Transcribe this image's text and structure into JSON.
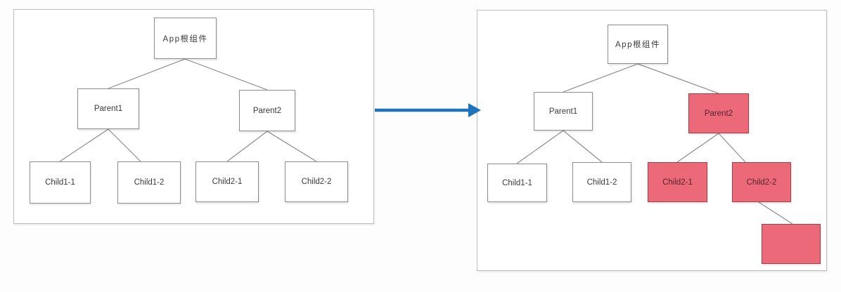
{
  "colors": {
    "highlight_fill": "#ec697a",
    "highlight_border": "#a53c46",
    "normal_fill": "#ffffff",
    "box_border": "#8c8c8c",
    "panel_border": "#bdbdbd",
    "connector": "#8c8c8c",
    "arrow_blue": "#1b74bc"
  },
  "arrow": {
    "name": "right-arrow",
    "direction": "right"
  },
  "left_tree": {
    "nodes": [
      {
        "id": "app-root",
        "label": "App根组件",
        "highlighted": false
      },
      {
        "id": "parent1",
        "label": "Parent1",
        "highlighted": false
      },
      {
        "id": "parent2",
        "label": "Parent2",
        "highlighted": false
      },
      {
        "id": "child1-1",
        "label": "Child1-1",
        "highlighted": false
      },
      {
        "id": "child1-2",
        "label": "Child1-2",
        "highlighted": false
      },
      {
        "id": "child2-1",
        "label": "Child2-1",
        "highlighted": false
      },
      {
        "id": "child2-2",
        "label": "Child2-2",
        "highlighted": false
      }
    ]
  },
  "right_tree": {
    "nodes": [
      {
        "id": "app-root",
        "label": "App根组件",
        "highlighted": false
      },
      {
        "id": "parent1",
        "label": "Parent1",
        "highlighted": false
      },
      {
        "id": "parent2",
        "label": "Parent2",
        "highlighted": true
      },
      {
        "id": "child1-1",
        "label": "Child1-1",
        "highlighted": false
      },
      {
        "id": "child1-2",
        "label": "Child1-2",
        "highlighted": false
      },
      {
        "id": "child2-1",
        "label": "Child2-1",
        "highlighted": true
      },
      {
        "id": "child2-2",
        "label": "Child2-2",
        "highlighted": true
      },
      {
        "id": "new-node",
        "label": "",
        "highlighted": true
      }
    ]
  }
}
